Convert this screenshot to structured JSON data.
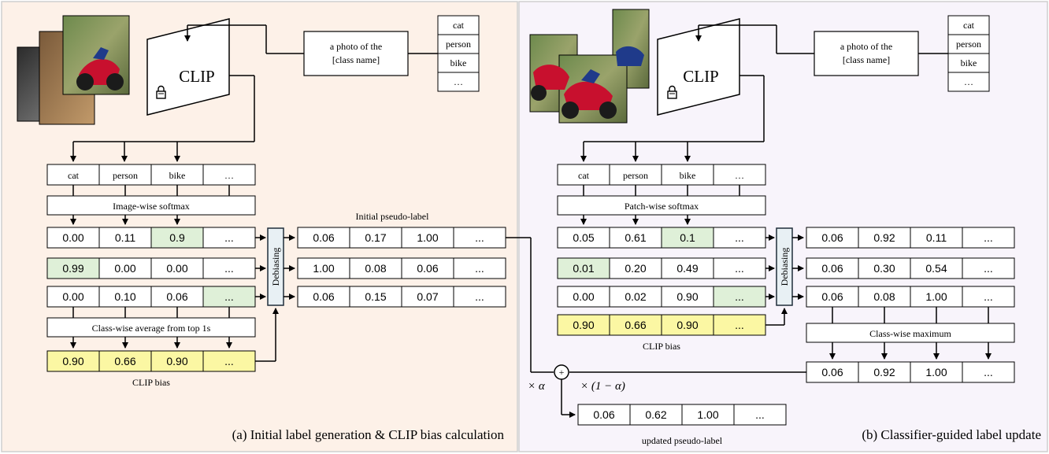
{
  "left_panel": {
    "caption": "(a) Initial label generation & CLIP bias calculation",
    "clip_label": "CLIP",
    "prompt": [
      "a photo of the",
      "[class name]"
    ],
    "class_list": [
      "cat",
      "person",
      "bike",
      "…"
    ],
    "class_header": [
      "cat",
      "person",
      "bike",
      "…"
    ],
    "softmax_label": "Image-wise softmax",
    "score_rows": [
      [
        "0.00",
        "0.11",
        "0.9",
        "..."
      ],
      [
        "0.99",
        "0.00",
        "0.00",
        "..."
      ],
      [
        "0.00",
        "0.10",
        "0.06",
        "..."
      ]
    ],
    "debias_label": "Debiasing",
    "pseudo_title": "Initial pseudo-label",
    "pseudo_rows": [
      [
        "0.06",
        "0.17",
        "1.00",
        "..."
      ],
      [
        "1.00",
        "0.08",
        "0.06",
        "..."
      ],
      [
        "0.06",
        "0.15",
        "0.07",
        "..."
      ]
    ],
    "average_label": "Class-wise average from top 1s",
    "bias_row": [
      "0.90",
      "0.66",
      "0.90",
      "..."
    ],
    "bias_label": "CLIP bias"
  },
  "right_panel": {
    "caption": "(b) Classifier-guided label update",
    "clip_label": "CLIP",
    "prompt": [
      "a photo of the",
      "[class name]"
    ],
    "class_list": [
      "cat",
      "person",
      "bike",
      "…"
    ],
    "class_header": [
      "cat",
      "person",
      "bike",
      "…"
    ],
    "softmax_label": "Patch-wise softmax",
    "score_rows": [
      [
        "0.05",
        "0.61",
        "0.1",
        "..."
      ],
      [
        "0.01",
        "0.20",
        "0.49",
        "..."
      ],
      [
        "0.00",
        "0.02",
        "0.90",
        "..."
      ]
    ],
    "bias_row": [
      "0.90",
      "0.66",
      "0.90",
      "..."
    ],
    "bias_label": "CLIP bias",
    "debias_label": "Debiasing",
    "debiased_rows": [
      [
        "0.06",
        "0.92",
        "0.11",
        "..."
      ],
      [
        "0.06",
        "0.30",
        "0.54",
        "..."
      ],
      [
        "0.06",
        "0.08",
        "1.00",
        "..."
      ]
    ],
    "max_label": "Class-wise maximum",
    "max_row": [
      "0.06",
      "0.92",
      "1.00",
      "..."
    ],
    "alpha_label": "× α",
    "one_minus_alpha_label": "× (1 − α)",
    "plus_symbol": "+",
    "updated_row": [
      "0.06",
      "0.62",
      "1.00",
      "..."
    ],
    "updated_label": "updated pseudo-label"
  },
  "colors": {
    "left_bg": "#fdf1e8",
    "right_bg": "#f8f4fb",
    "highlight_green": "#dff0d8",
    "highlight_yellow": "#fbf7a3",
    "debias_fill": "#e8f0f4"
  }
}
